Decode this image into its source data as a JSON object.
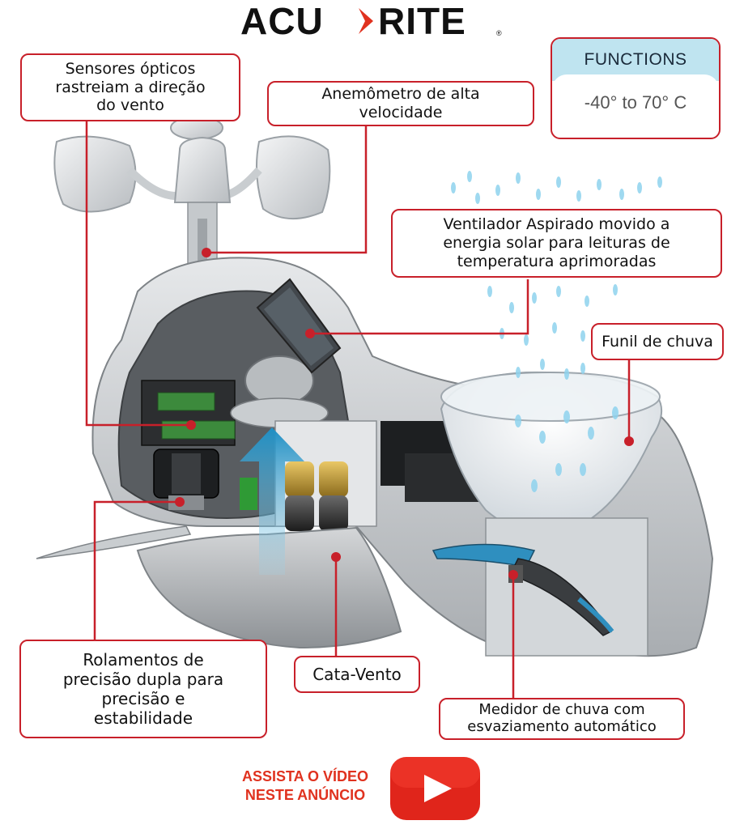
{
  "brand": {
    "left": "ACU",
    "right": "RITE",
    "mark": "®",
    "colors": {
      "text": "#111111",
      "chevron": "#e0321f"
    }
  },
  "functions": {
    "title": "FUNCTIONS",
    "value": "-40° to 70° C"
  },
  "callouts": {
    "optical": "Sensores ópticos\nrastreiam a direção\ndo vento",
    "anemometer": "Anemômetro de alta\nvelocidade",
    "fan": "Ventilador Aspirado movido a\nenergia solar para leituras de\ntemperatura aprimoradas",
    "funnel": "Funil de chuva",
    "bearings": "Rolamentos de\nprecisão dupla para\nprecisão e\nestabilidade",
    "vane": "Cata-Vento",
    "gauge": "Medidor de chuva com\nesvaziamento automático"
  },
  "video": {
    "line1": "ASSISTA O VÍDEO",
    "line2": "NESTE ANÚNCIO",
    "icon": "youtube-play-icon"
  },
  "colors": {
    "accent": "#c8202a",
    "func_header": "#bfe4f0",
    "airflow": "#3aa6d6",
    "rain": "#8fd3ee",
    "video_text": "#e0321f"
  }
}
